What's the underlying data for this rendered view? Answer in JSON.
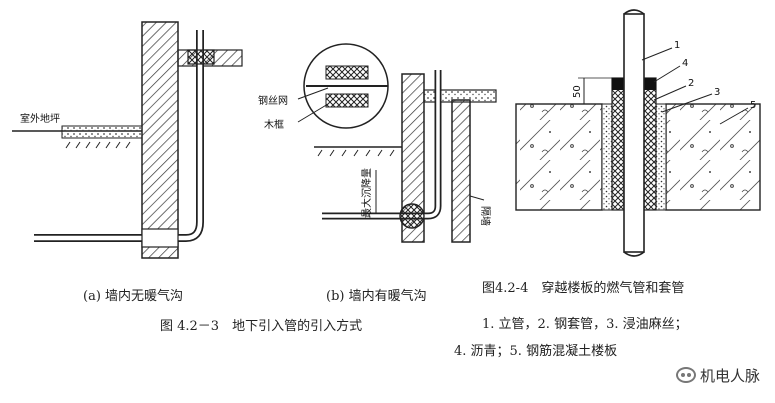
{
  "figure_a": {
    "outdoor_ground_label": "室外地坪",
    "caption": "(a) 墙内无暖气沟"
  },
  "figure_b": {
    "wire_mesh_label": "钢丝网",
    "wood_frame_label": "木框",
    "max_settlement_label": "最大沉降量",
    "partition_wall_label": "隔墙",
    "caption": "(b) 墙内有暖气沟"
  },
  "figure_423_caption": "图 4.2－3　地下引入管的引入方式",
  "figure_424": {
    "dimension_label": "50",
    "callouts": [
      "1",
      "2",
      "3",
      "4",
      "5"
    ],
    "title": "图4.2-4　穿越楼板的燃气管和套管",
    "legend_line_1": "1. 立管，2. 钢套管，3. 浸油麻丝；",
    "legend_line_2": "4. 沥青；5. 钢筋混凝土楼板"
  },
  "watermark": "机电人脉"
}
